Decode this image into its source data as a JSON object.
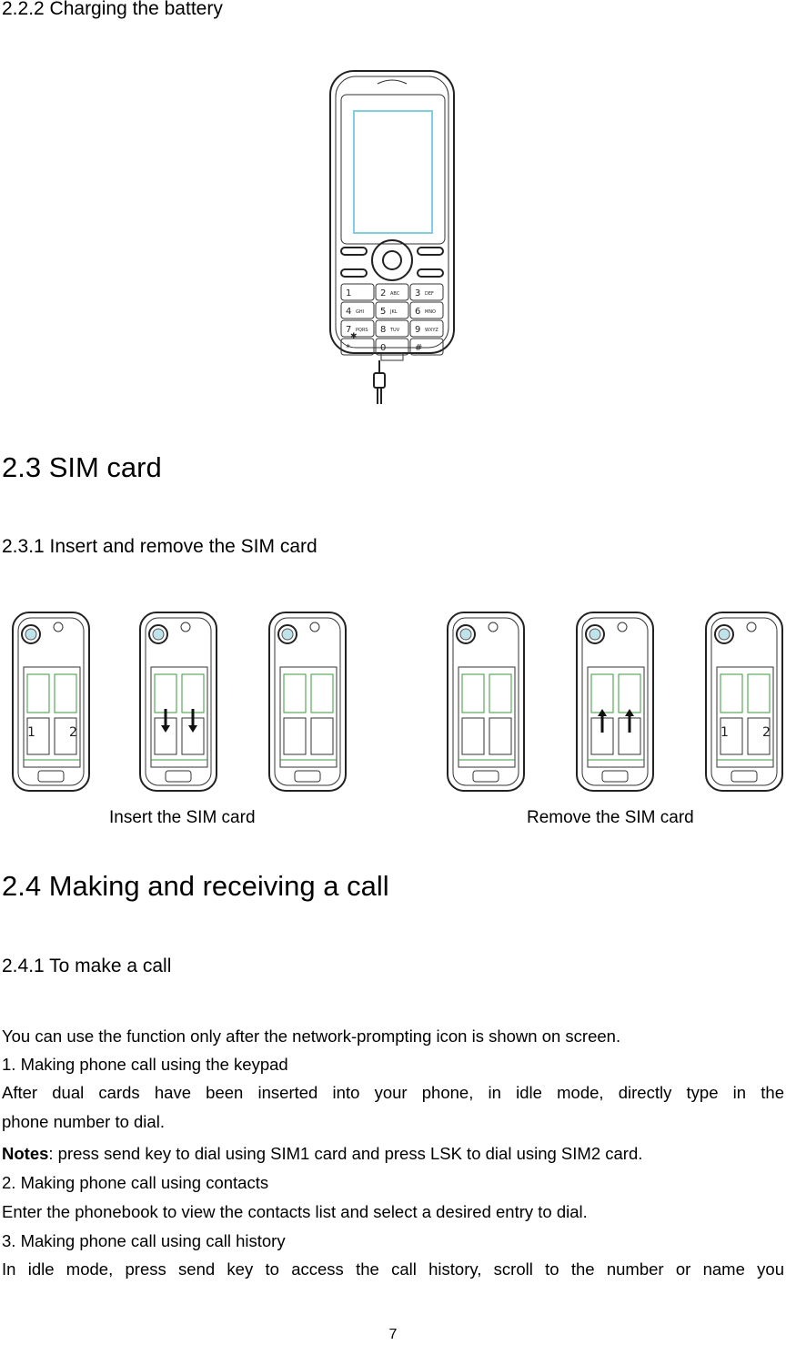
{
  "headings": {
    "charging": "2.2.2 Charging the battery",
    "sim": "2.3 SIM card",
    "sim_sub": "2.3.1 Insert and remove the SIM card",
    "calls": "2.4 Making and receiving a call",
    "calls_sub": "2.4.1 To make a call"
  },
  "captions": {
    "insert": "Insert the SIM card",
    "remove": "Remove the SIM card"
  },
  "phone": {
    "keys": [
      "1",
      "2",
      "3",
      "4",
      "5",
      "6",
      "7",
      "8",
      "9",
      "*",
      "0",
      "#"
    ],
    "key_letters": [
      "",
      "ABC",
      "DEF",
      "GHI",
      "JKL",
      "MNO",
      "PQRS",
      "TUV",
      "WXYZ",
      "",
      "",
      ""
    ]
  },
  "sim_icons": {
    "sim1": "1",
    "sim2": "2"
  },
  "body": {
    "intro": "You can use the function only after the network-prompting icon is shown on screen.",
    "item1": "1. Making phone call using the keypad",
    "item1_text_a": "After dual cards have been inserted into your phone, in idle mode, directly type in the",
    "item1_text_b": "phone number to dial.",
    "notes_label": "Notes",
    "notes_text": ": press send key to dial using SIM1 card and press LSK to dial using SIM2 card.",
    "item2": "2. Making phone call using contacts",
    "item2_text": "Enter the phonebook to view the contacts list and select a desired entry to dial.",
    "item3": "3. Making phone call using call history",
    "item3_text": "In idle mode, press send key to access the call history, scroll to the number or name you"
  },
  "page_number": "7"
}
